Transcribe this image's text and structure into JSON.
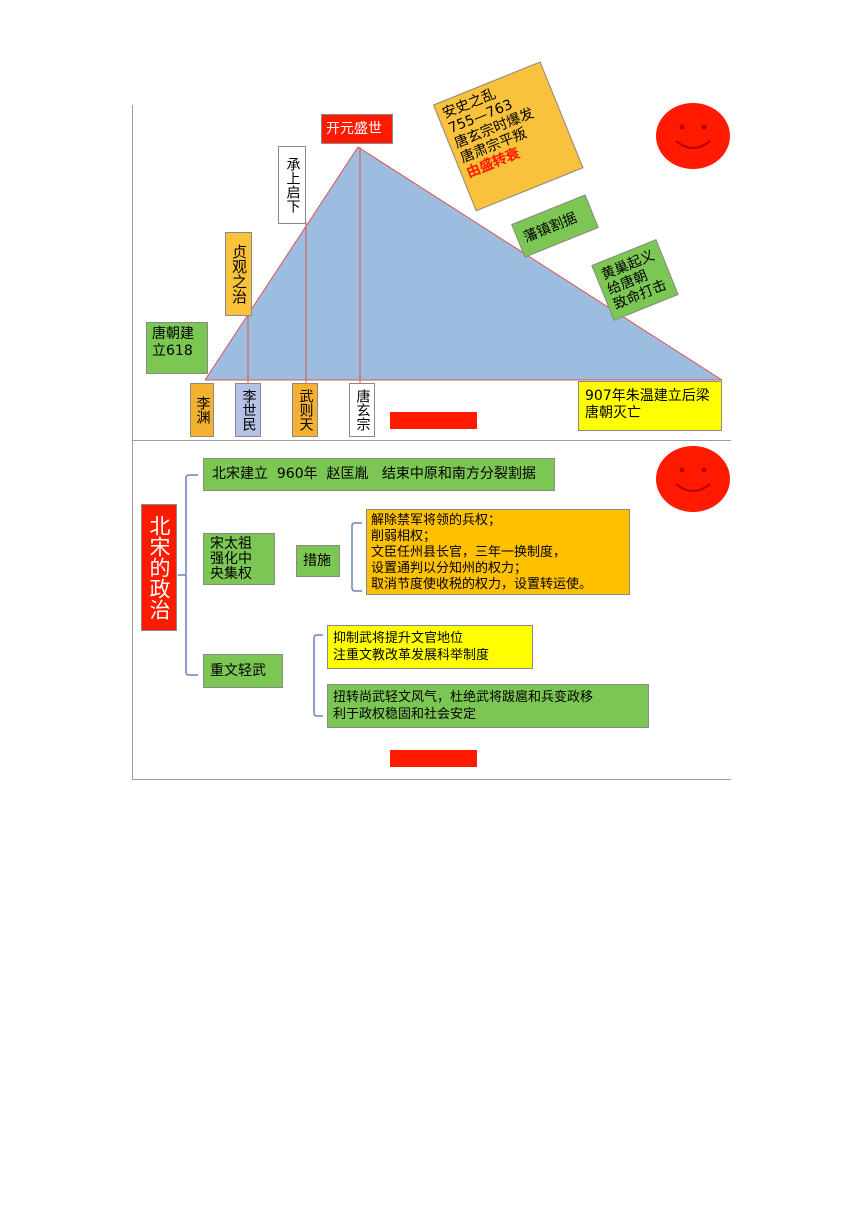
{
  "tang": {
    "peak": "开元盛世",
    "founding": [
      "唐朝建",
      "立618"
    ],
    "zhenguan": "贞观之治",
    "chengshang": "承上启下",
    "anshi": {
      "lines": [
        "安史之乱",
        "755—763",
        "唐玄宗时爆发",
        "唐肃宗平叛"
      ],
      "turn": "由盛转衰"
    },
    "fanzhen": "藩镇割据",
    "huangchao": [
      "黄巢起义",
      "给唐朝",
      "致命打击"
    ],
    "end": [
      "907年朱温建立后梁",
      "唐朝灭亡"
    ],
    "emperors": [
      "李渊",
      "李世民",
      "武则天",
      "唐玄宗"
    ]
  },
  "song": {
    "title": "北宋的政治",
    "founding": "北宋建立  960年  赵匡胤   结束中原和南方分裂割据",
    "taizu": [
      "宋太祖",
      "强化中",
      "央集权"
    ],
    "measures_label": "措施",
    "measures": [
      "解除禁军将领的兵权；",
      "削弱相权；",
      "文臣任州县长官，三年一换制度，",
      "设置通判以分知州的权力；",
      "取消节度使收税的权力，设置转运使。"
    ],
    "zhongwen": "重文轻武",
    "effect1": [
      "抑制武将提升文官地位",
      "注重文教改革发展科举制度"
    ],
    "effect2": [
      "扭转尚武轻文风气，杜绝武将跋扈和兵变政移",
      "利于政权稳固和社会安定"
    ]
  },
  "colors": {
    "triangle_fill": "#9dbde0",
    "triangle_edge": "#e05050",
    "red": "#ff1a00",
    "green": "#7cc653",
    "yellow": "#ffff00",
    "gold": "#f9c23c",
    "bracket": "#6b83b8"
  }
}
